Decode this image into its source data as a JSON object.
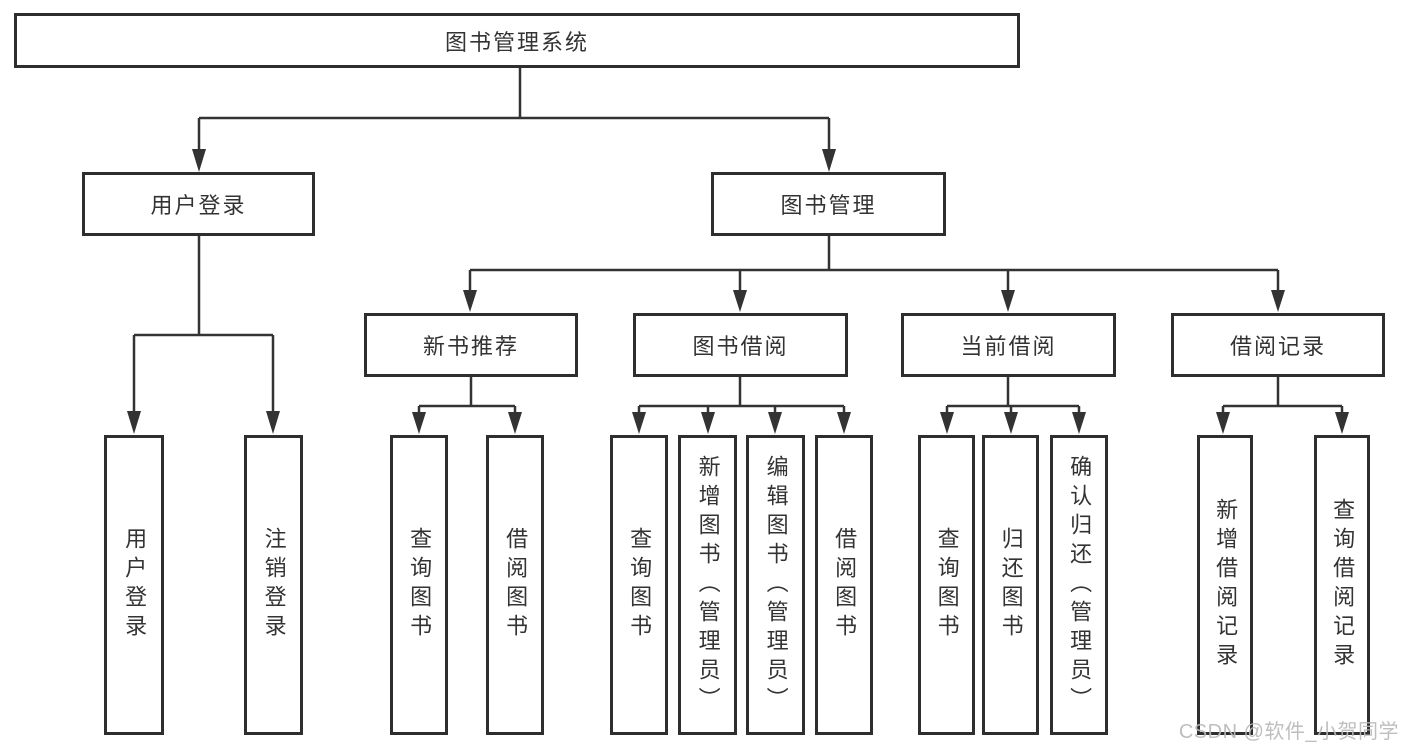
{
  "diagram": {
    "root": {
      "label": "图书管理系统"
    },
    "branches": [
      {
        "label": "用户登录",
        "leaves": [
          {
            "label": "用户登录"
          },
          {
            "label": "注销登录"
          }
        ]
      },
      {
        "label": "图书管理",
        "sections": [
          {
            "label": "新书推荐",
            "leaves": [
              {
                "label": "查询图书"
              },
              {
                "label": "借阅图书"
              }
            ]
          },
          {
            "label": "图书借阅",
            "leaves": [
              {
                "label": "查询图书"
              },
              {
                "label": "新增图书（管理员）"
              },
              {
                "label": "编辑图书（管理员）"
              },
              {
                "label": "借阅图书"
              }
            ]
          },
          {
            "label": "当前借阅",
            "leaves": [
              {
                "label": "查询图书"
              },
              {
                "label": "归还图书"
              },
              {
                "label": "确认归还（管理员）"
              }
            ]
          },
          {
            "label": "借阅记录",
            "leaves": [
              {
                "label": "新增借阅记录"
              },
              {
                "label": "查询借阅记录"
              }
            ]
          }
        ]
      }
    ],
    "watermark": "CSDN @软件_小贺同学",
    "colors": {
      "line": "#333333",
      "box_border": "#2e2e2e",
      "text": "#333333",
      "watermark": "#b9b9b9",
      "background": "#ffffff"
    }
  }
}
